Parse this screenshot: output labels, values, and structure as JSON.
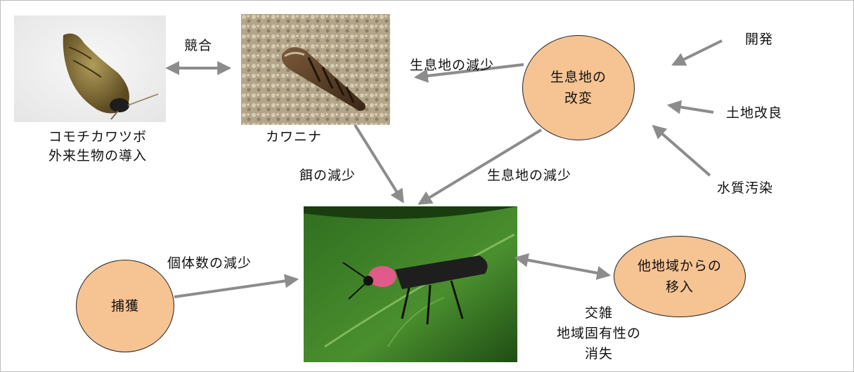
{
  "nodes": {
    "habitat_change": {
      "line1": "生息地の",
      "line2": "改変"
    },
    "capture": {
      "text": "捕獲"
    },
    "migration": {
      "line1": "他地域からの",
      "line2": "移入"
    }
  },
  "species": {
    "komochi": {
      "line1": "コモチカワツボ",
      "line2": "外来生物の導入"
    },
    "kawanina": {
      "name": "カワニナ"
    }
  },
  "causes": {
    "development": "開発",
    "land_improvement": "土地改良",
    "water_pollution": "水質汚染"
  },
  "edges": {
    "competition": "競合",
    "habitat_loss_top": "生息地の減少",
    "habitat_loss_bottom": "生息地の減少",
    "food_loss": "餌の減少",
    "population_loss": "個体数の減少",
    "hybrid_line1": "交雑",
    "hybrid_line2": "地域固有性の",
    "hybrid_line3": "消失"
  },
  "colors": {
    "node_fill": "#f6c393",
    "arrow": "#8c8c8c"
  }
}
